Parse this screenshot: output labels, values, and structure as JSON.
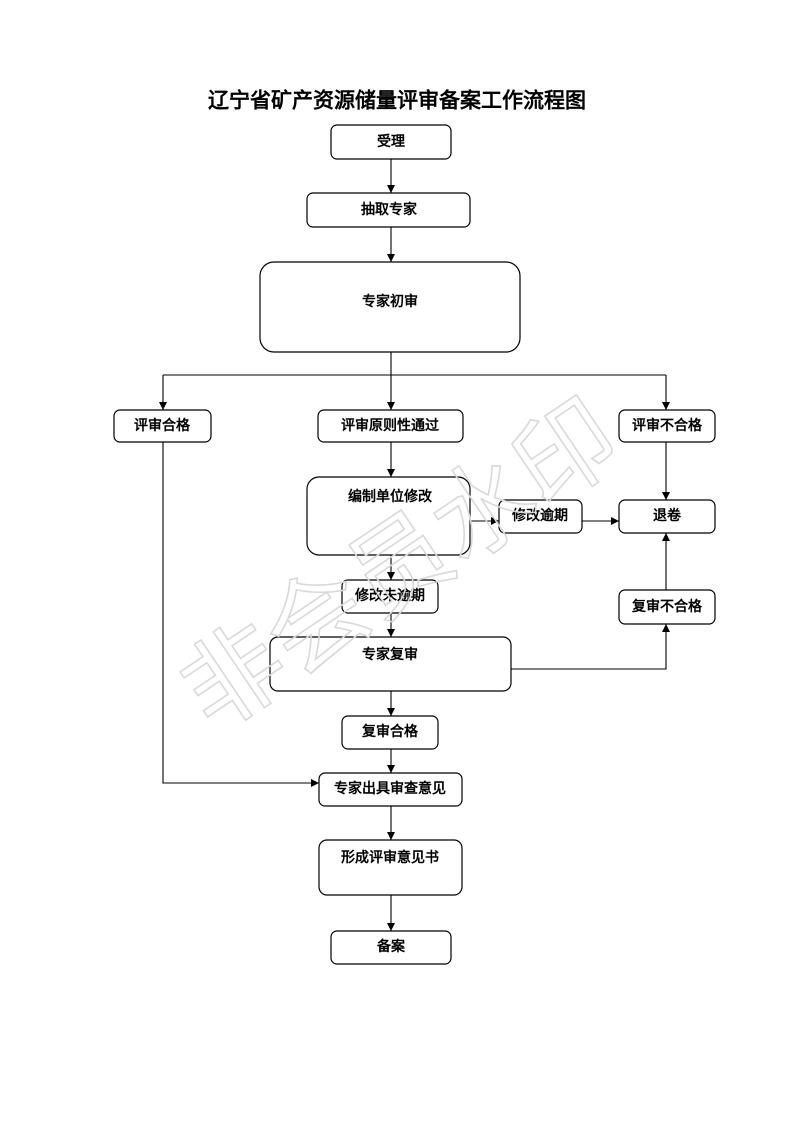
{
  "title": "辽宁省矿产资源储量评审备案工作流程图",
  "watermark": "非会员水印",
  "nodes": {
    "accept": {
      "label": "受理"
    },
    "select_experts": {
      "label": "抽取专家"
    },
    "initial_review": {
      "label": "专家初审"
    },
    "review_pass": {
      "label": "评审合格"
    },
    "principle_pass": {
      "label": "评审原则性通过"
    },
    "review_fail": {
      "label": "评审不合格"
    },
    "unit_revise": {
      "label": "编制单位修改"
    },
    "revise_overdue": {
      "label": "修改逾期"
    },
    "withdraw": {
      "label": "退卷"
    },
    "revise_not_overdue": {
      "label": "修改未逾期"
    },
    "re_review_fail": {
      "label": "复审不合格"
    },
    "re_review": {
      "label": "专家复审"
    },
    "re_review_pass": {
      "label": "复审合格"
    },
    "expert_opinion": {
      "label": "专家出具审查意见"
    },
    "opinion_doc": {
      "label": "形成评审意见书"
    },
    "file_record": {
      "label": "备案"
    }
  }
}
